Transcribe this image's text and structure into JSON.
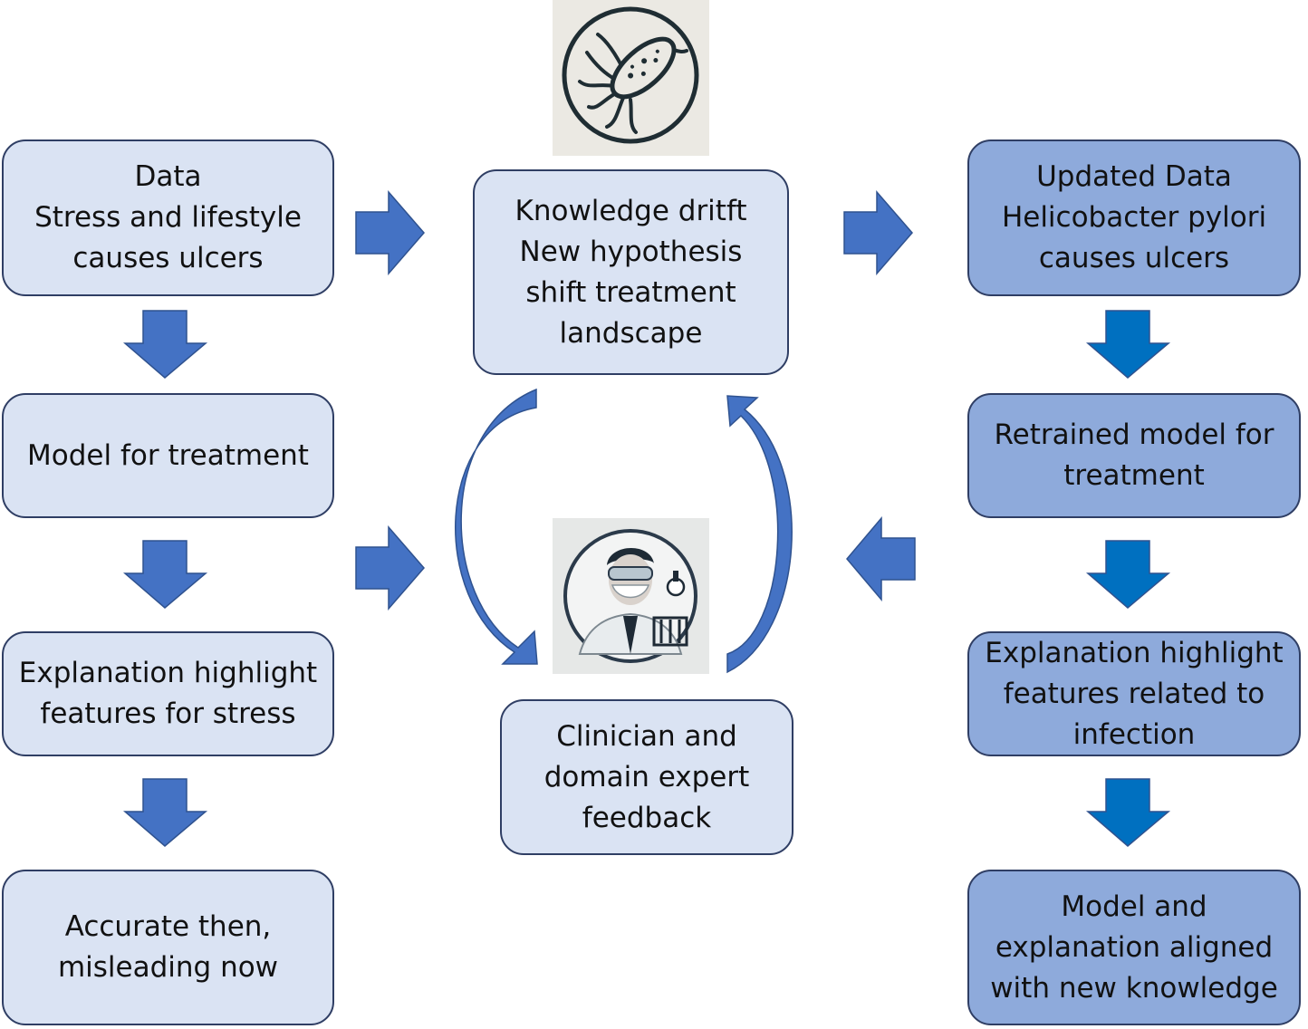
{
  "colors": {
    "box_light_fill": "#dae3f3",
    "box_dark_fill": "#8eaadb",
    "box_border": "#2f3e64",
    "arrow_blue": "#4472c4",
    "arrow_blue_right": "#0070c0",
    "arrow_edge": "#2f528f"
  },
  "left_column": {
    "box1": [
      "Data",
      "Stress and lifestyle",
      "causes ulcers"
    ],
    "box2": [
      "Model for treatment"
    ],
    "box3": [
      "Explanation highlight",
      "features for stress"
    ],
    "box4": [
      "Accurate then,",
      "misleading now"
    ]
  },
  "center_column": {
    "top_image": "bacterium-icon",
    "drift_box": [
      "Knowledge dritft",
      "New hypothesis",
      "shift treatment",
      "landscape"
    ],
    "expert_image": "clinician-icon",
    "feedback_box": [
      "Clinician and",
      "domain expert",
      "feedback"
    ]
  },
  "right_column": {
    "box1": [
      "Updated Data",
      "Helicobacter pylori",
      "causes ulcers"
    ],
    "box2": [
      "Retrained model for",
      "treatment"
    ],
    "box3": [
      "Explanation highlight",
      "features related to",
      "infection"
    ],
    "box4": [
      "Model and",
      "explanation aligned",
      "with new knowledge"
    ]
  }
}
